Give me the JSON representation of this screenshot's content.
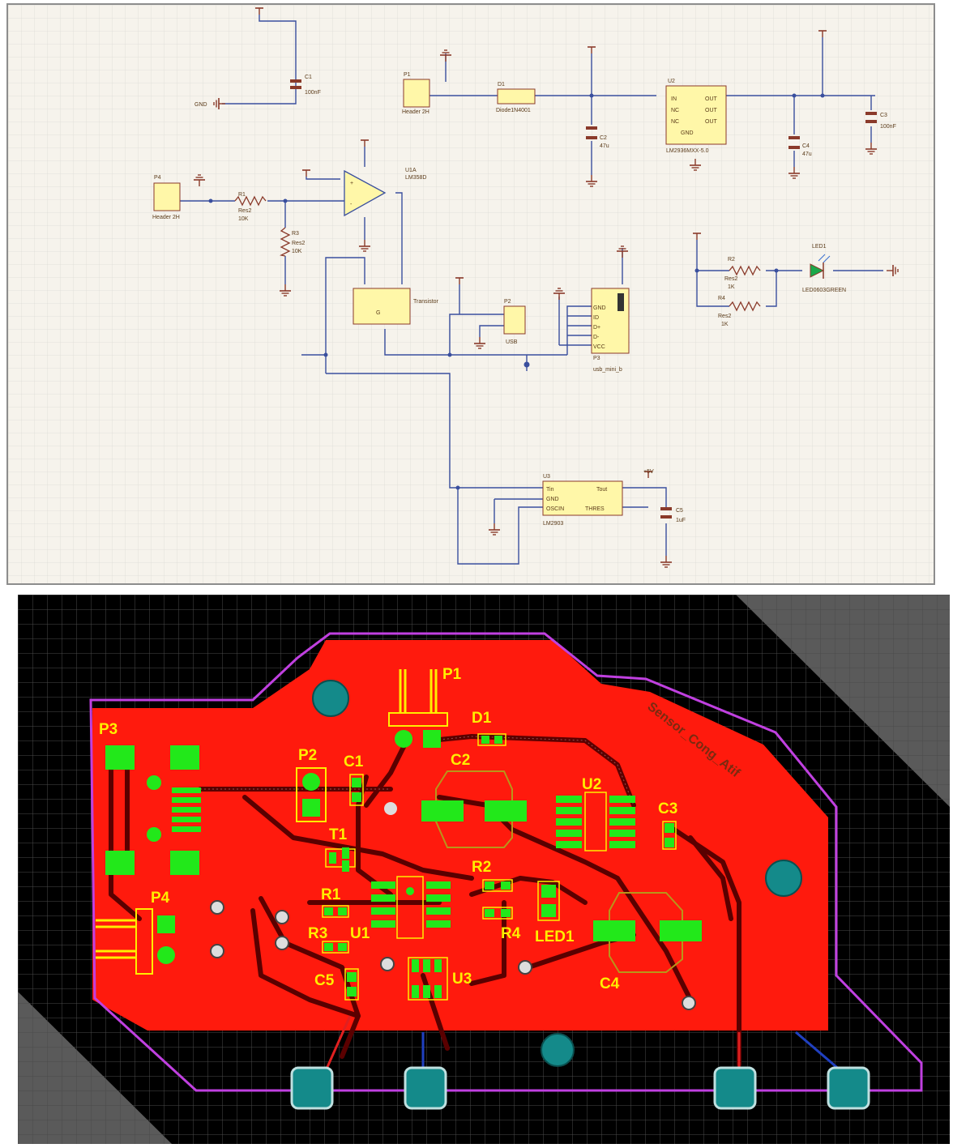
{
  "schematic": {
    "labels": {
      "c1_value": "100nF",
      "c1_ref": "C1",
      "gnd": "GND",
      "header_p1": "Header 2H",
      "p1": "P1",
      "d1": "D1",
      "diode": "Diode1N4001",
      "c2_ref": "C2",
      "c2_value": "47u",
      "u2": "U2",
      "u2_part": "LM2936MXX-5.0",
      "in": "IN",
      "out": "OUT",
      "nc": "NC",
      "c3_ref": "C3",
      "c3_value": "100nF",
      "c4_ref": "C4",
      "c4_value": "47u",
      "p4": "P4",
      "header_p4": "Header 2H",
      "r1": "R1",
      "r1_val": "Res2",
      "r1_k": "10K",
      "r3": "R3",
      "r3_val": "Res2",
      "r3_k": "10K",
      "u1": "U1A",
      "u1_part": "LM358D",
      "t1_part": "Transistor",
      "p2": "P2",
      "usb": "USB",
      "p3": "P3",
      "usb_mini": "usb_mini_b",
      "vcc": "VCC",
      "dminus": "D-",
      "dplus": "D+",
      "id": "ID",
      "r2": "R2",
      "r2_val": "Res2",
      "r2_k": "1K",
      "r4": "R4",
      "r4_val": "Res2",
      "r4_k": "1K",
      "led": "LED1",
      "led_part": "LED0603GREEN",
      "u3": "U3",
      "u3_part": "LM2903",
      "tin": "Tin",
      "tout": "Tout",
      "u3_gnd": "GND",
      "osc": "OSCIN",
      "thres": "THRES",
      "c5_ref": "C5",
      "c5_value": "1uF",
      "v5": "+5V"
    }
  },
  "pcb": {
    "silkscreen": {
      "p1": "P1",
      "d1": "D1",
      "p2": "P2",
      "c1": "C1",
      "c2": "C2",
      "p3": "P3",
      "u2": "U2",
      "c3": "C3",
      "t1": "T1",
      "r2": "R2",
      "r1": "R1",
      "p4": "P4",
      "r3": "R3",
      "u1": "U1",
      "r4": "R4",
      "led1": "LED1",
      "c5": "C5",
      "u3": "U3",
      "c4": "C4",
      "board_name": "Sensor_Cong_Atif"
    },
    "colors": {
      "board": "#ff1a0d",
      "outline": "#c040e0",
      "pad": "#22e81a",
      "hole": "#148a8a",
      "silk": "#ffee00",
      "grid": "#555555"
    }
  }
}
